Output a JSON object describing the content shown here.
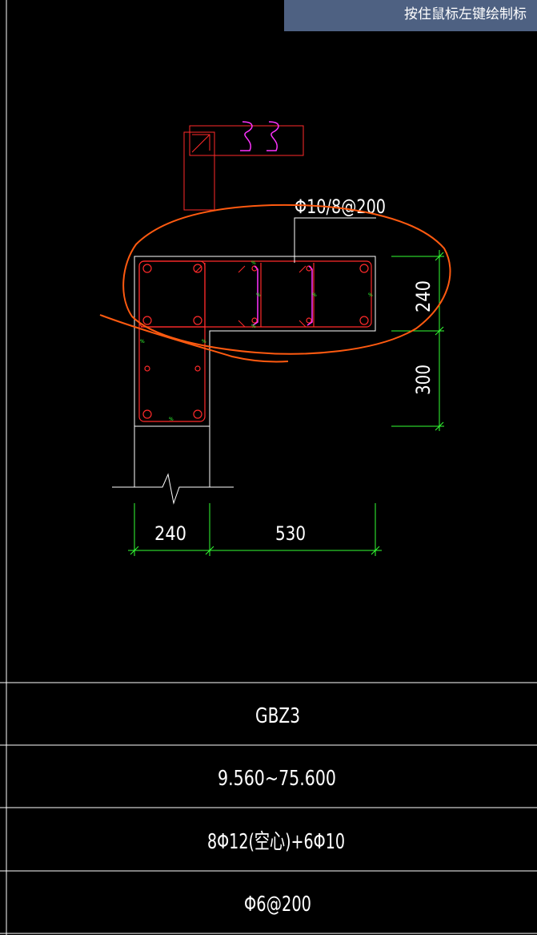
{
  "hint": "按住鼠标左键绘制标",
  "drawing": {
    "stirrup_label": "Φ10/8@200",
    "dim_right_upper": "240",
    "dim_right_lower": "300",
    "dim_bottom_left": "240",
    "dim_bottom_right": "530"
  },
  "table": {
    "name": "GBZ3",
    "elevation": "9.560~75.600",
    "longitudinal_bars": "8Φ12(空心)+6Φ10",
    "stirrups": "Φ6@200"
  },
  "colors": {
    "background": "#000000",
    "outline": "#ffffff",
    "rebar": "#ff2a2a",
    "tie": "#ff33ff",
    "dimension": "#33ff33",
    "annotation": "#ff5a10"
  }
}
